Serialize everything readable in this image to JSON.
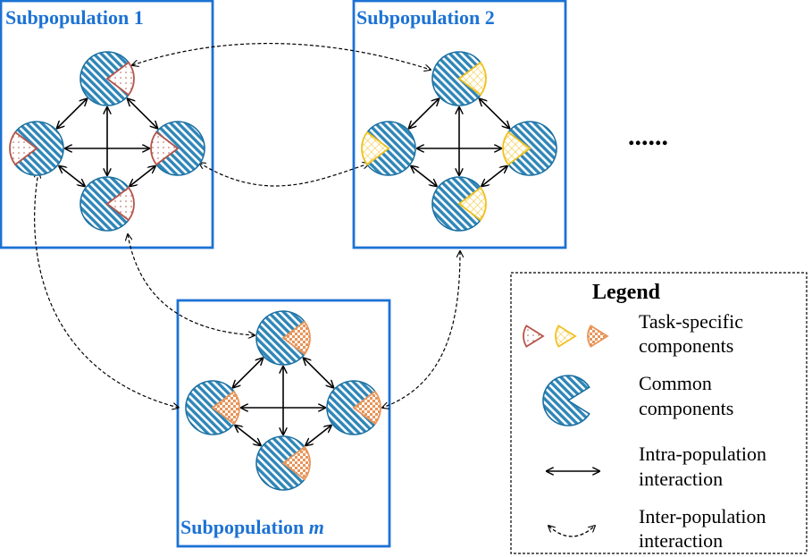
{
  "subpopulations": [
    {
      "title": "Subpopulation 1",
      "title_main": "Subpopulation",
      "title_suffix": "1",
      "suffix_italic": false,
      "task_color": "#b5554a",
      "task_pattern": "dots"
    },
    {
      "title": "Subpopulation 2",
      "title_main": "Subpopulation",
      "title_suffix": "2",
      "suffix_italic": false,
      "task_color": "#f0c020",
      "task_pattern": "grid"
    },
    {
      "title": "Subpopulation m",
      "title_main": "Subpopulation",
      "title_suffix": "m",
      "suffix_italic": true,
      "task_color": "#e8955a",
      "task_pattern": "checker"
    }
  ],
  "ellipsis": "......",
  "legend": {
    "title": "Legend",
    "items": [
      {
        "id": "task-specific",
        "lines": [
          "Task-specific",
          "components"
        ]
      },
      {
        "id": "common",
        "lines": [
          "Common",
          "components"
        ]
      },
      {
        "id": "intra",
        "lines": [
          "Intra-population",
          "interaction"
        ]
      },
      {
        "id": "inter",
        "lines": [
          "Inter-population",
          "interaction"
        ]
      }
    ]
  },
  "colors": {
    "box_border": "#1c72d4",
    "title_text": "#1c72d4",
    "common_stroke": "#1a6fa0",
    "common_fill": "#2f86b8",
    "arrow": "#000000"
  }
}
